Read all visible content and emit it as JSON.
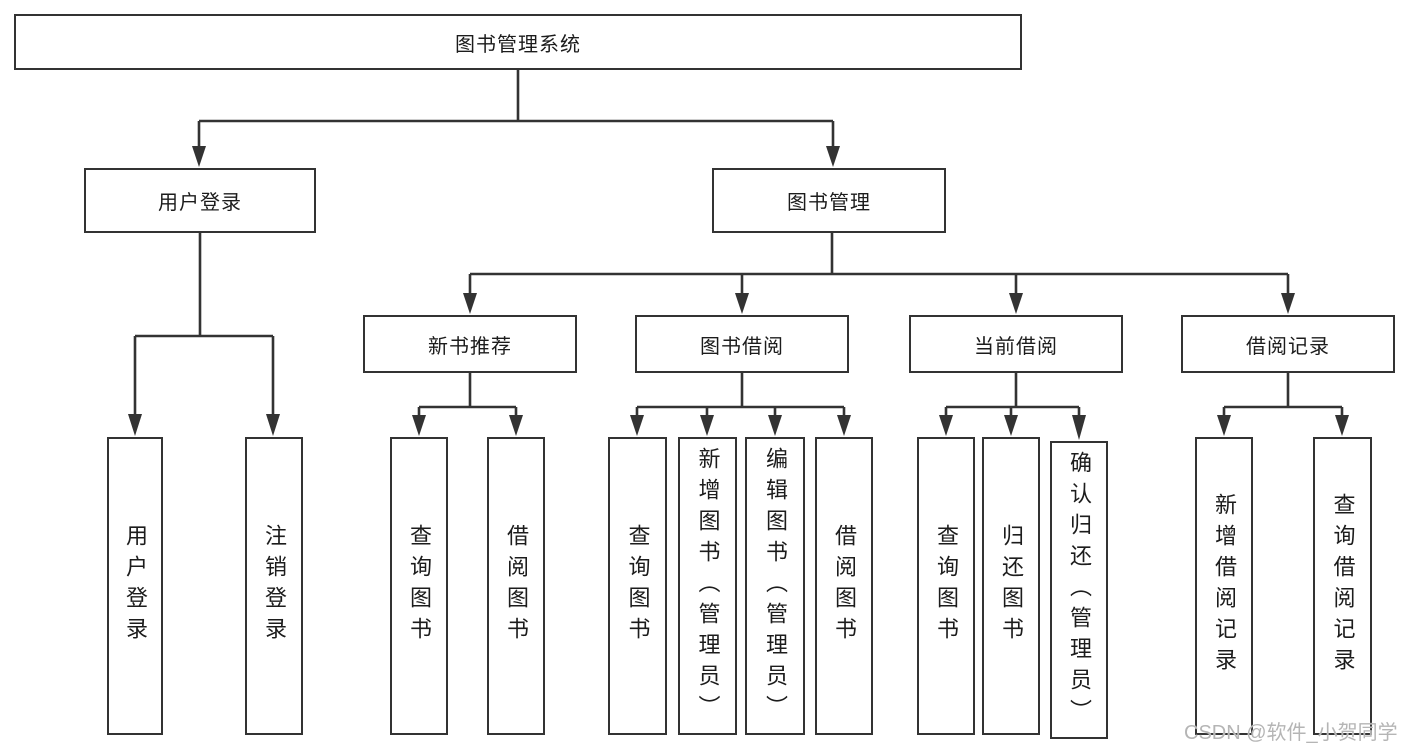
{
  "tree": {
    "root": "图书管理系统",
    "branches": [
      {
        "label": "用户登录",
        "leaves": [
          "用户登录",
          "注销登录"
        ]
      },
      {
        "label": "图书管理",
        "groups": [
          {
            "label": "新书推荐",
            "leaves": [
              "查询图书",
              "借阅图书"
            ]
          },
          {
            "label": "图书借阅",
            "leaves": [
              "查询图书",
              "新增图书（管理员）",
              "编辑图书（管理员）",
              "借阅图书"
            ]
          },
          {
            "label": "当前借阅",
            "leaves": [
              "查询图书",
              "归还图书",
              "确认归还（管理员）"
            ]
          },
          {
            "label": "借阅记录",
            "leaves": [
              "新增借阅记录",
              "查询借阅记录"
            ]
          }
        ]
      }
    ]
  },
  "watermark": {
    "text": "CSDN @软件_小贺同学"
  },
  "colors": {
    "line": "#333333",
    "box_fill": "#ffffff",
    "text": "#1c1c1c",
    "watermark": "#b5b5b5"
  }
}
